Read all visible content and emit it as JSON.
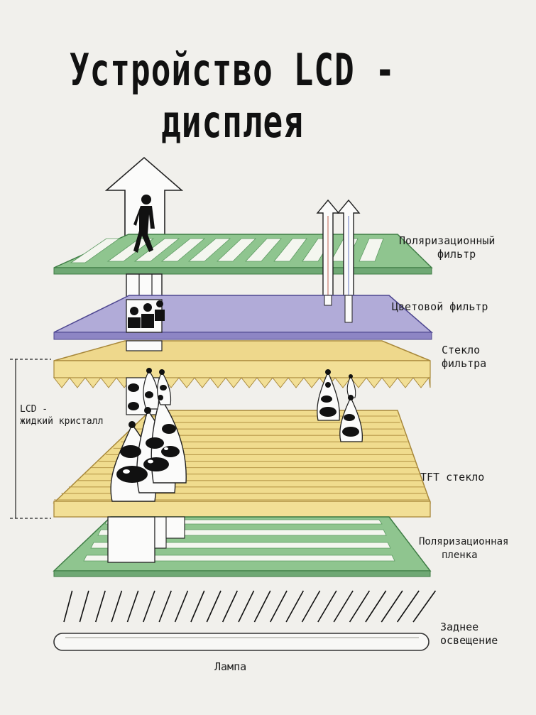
{
  "title": "Устройство LCD - дисплея",
  "labels": {
    "polarizing_filter": [
      "Поляризационный",
      "фильтр"
    ],
    "color_filter": "Цветовой фильтр",
    "filter_glass": [
      "Стекло",
      "фильтра"
    ],
    "lcd": [
      "LCD -",
      "жидкий кристалл"
    ],
    "tft_glass": "TFT стекло",
    "polarizing_film": [
      "Поляризационная",
      "пленка"
    ],
    "backlight": [
      "Заднее",
      "освещение"
    ],
    "lamp": "Лампа"
  },
  "colors": {
    "green": "#8fc58f",
    "green_dark": "#3f7d45",
    "violet": "#b1abd8",
    "violet_dark": "#4e4790",
    "yellow": "#eed88c",
    "yellow_dark": "#a8883a",
    "ink": "#111111"
  }
}
